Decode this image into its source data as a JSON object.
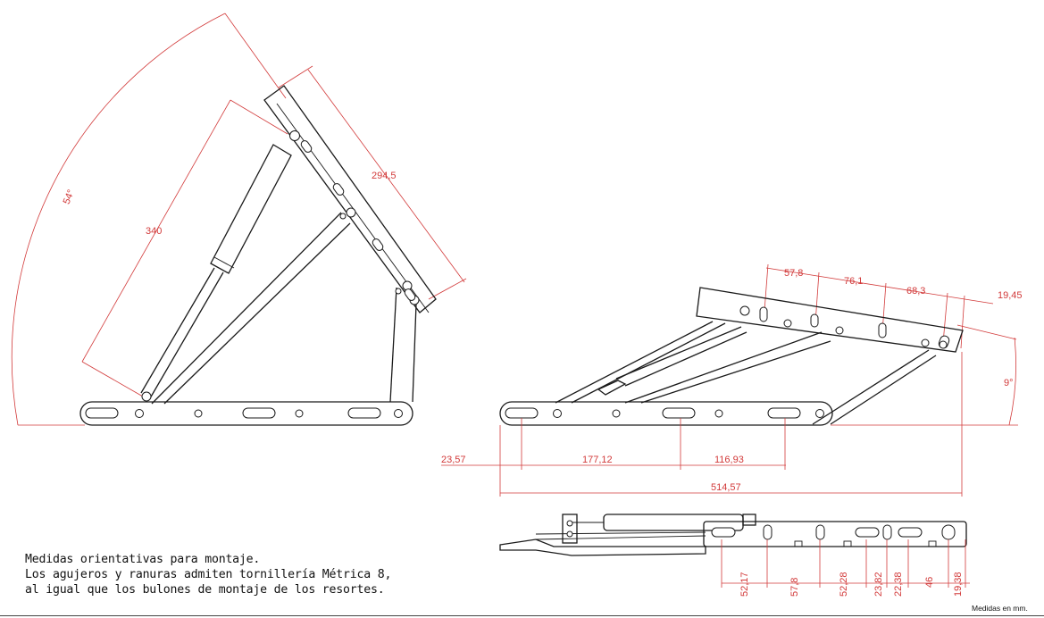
{
  "notes": {
    "line1": "Medidas orientativas para montaje.",
    "line2": "Los agujeros y ranuras admiten tornillería Métrica 8,",
    "line3": "al igual que los bulones de montaje de los resortes."
  },
  "units_note": "Medidas en mm.",
  "open_view": {
    "angle": "54°",
    "strut_length": "340",
    "arm_length": "294,5"
  },
  "side_view": {
    "angle": "9°",
    "top_spacings": [
      "57,8",
      "76,1",
      "68,3",
      "19,45"
    ],
    "bottom_spacings": [
      "23,57",
      "177,12",
      "116,93"
    ],
    "overall_length": "514,57"
  },
  "plan_view": {
    "spacings": [
      "52,17",
      "57,8",
      "52,28",
      "23,82",
      "22,38",
      "46",
      "19,38"
    ]
  },
  "colors": {
    "dimension": "#d23a3a",
    "outline": "#1a1a1a"
  }
}
